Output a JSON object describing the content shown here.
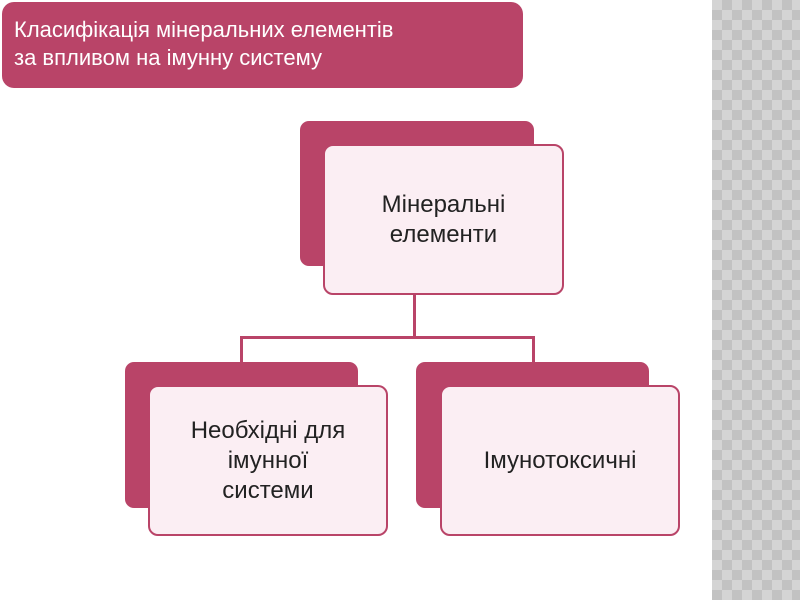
{
  "title": {
    "line1": "Класифікація мінеральних елементів",
    "line2": "за впливом на імунну систему"
  },
  "diagram": {
    "root": {
      "line1": "Мінеральні",
      "line2": "елементи"
    },
    "children": [
      {
        "line1": "Необхідні для",
        "line2": "імунної",
        "line3": "системи"
      },
      {
        "line1": "Імунотоксичні"
      }
    ]
  },
  "colors": {
    "accent": "#b94468",
    "box_fill": "#fbeef3",
    "text": "#222222"
  }
}
